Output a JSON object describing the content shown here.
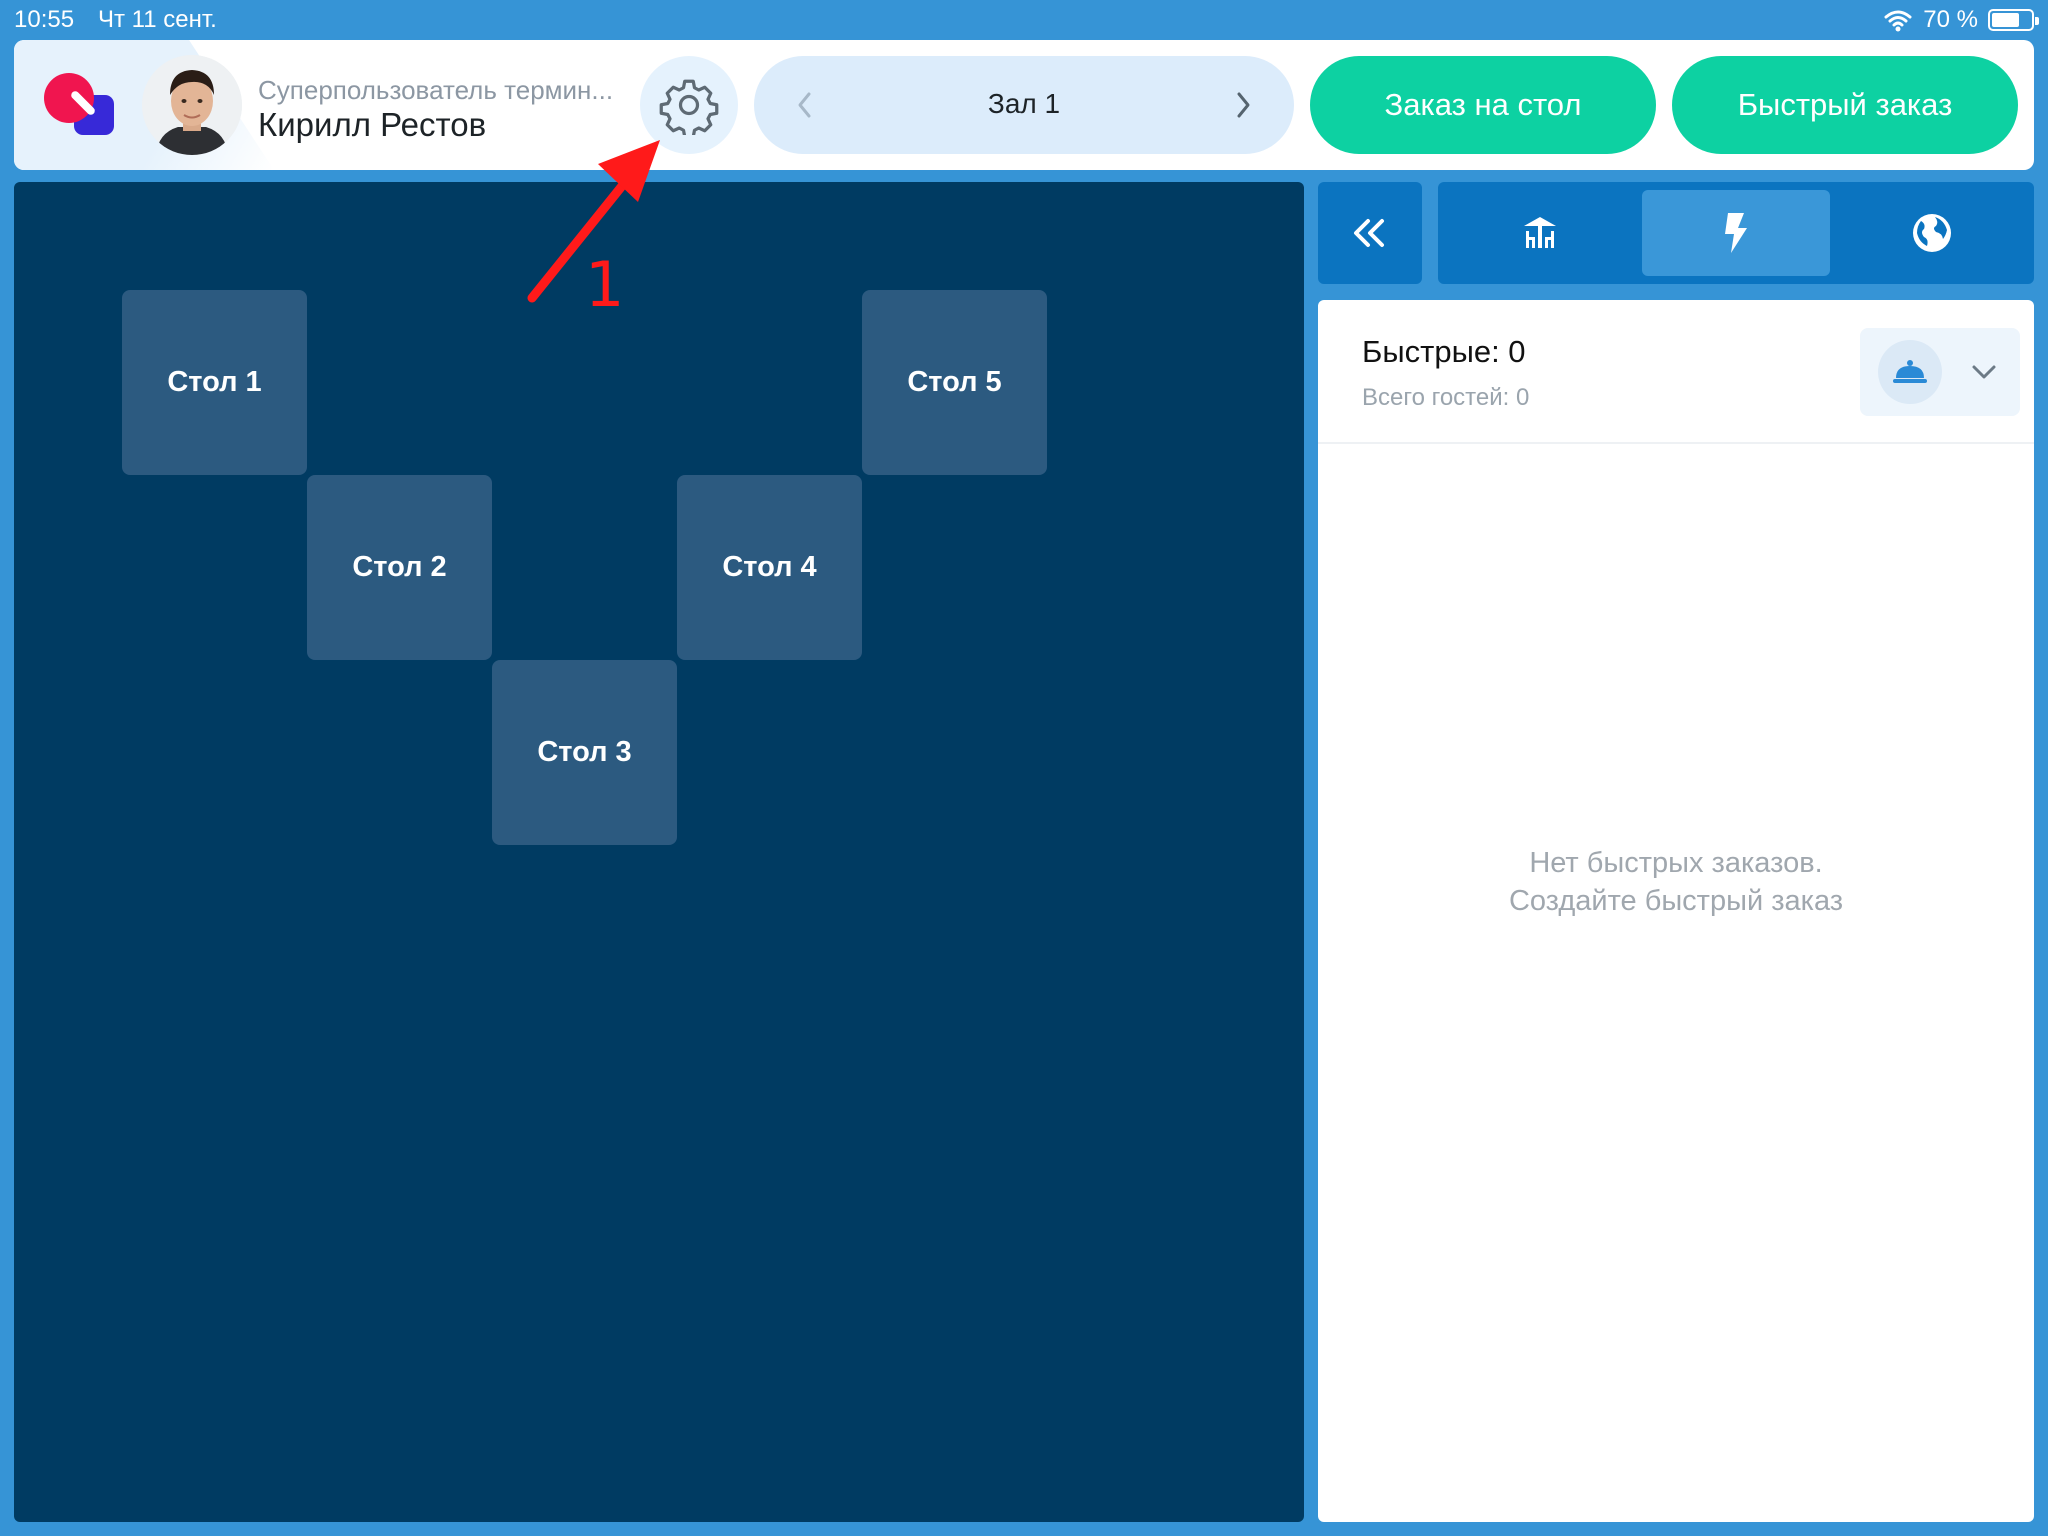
{
  "status_bar": {
    "time": "10:55",
    "date": "Чт 11 сент.",
    "battery": "70 %",
    "battery_level": 0.7
  },
  "header": {
    "user_role": "Суперпользователь термин...",
    "user_name": "Кирилл Рестов",
    "hall_name": "Зал 1",
    "table_order_button": "Заказ на стол",
    "quick_order_button": "Быстрый заказ"
  },
  "floor": {
    "tables": [
      {
        "label": "Стол 1"
      },
      {
        "label": "Стол 2"
      },
      {
        "label": "Стол 3"
      },
      {
        "label": "Стол 4"
      },
      {
        "label": "Стол 5"
      }
    ]
  },
  "annotation": {
    "number": "1",
    "color": "#ff1a1a"
  },
  "panel": {
    "title": "Быстрые: 0",
    "subtitle": "Всего гостей: 0",
    "empty_line1": "Нет быстрых заказов.",
    "empty_line2": "Создайте быстрый заказ"
  },
  "colors": {
    "accent_green": "#0dd1a2",
    "app_blue": "#3694d6",
    "floor_bg": "#003b62",
    "table_bg": "#2c5a80"
  }
}
